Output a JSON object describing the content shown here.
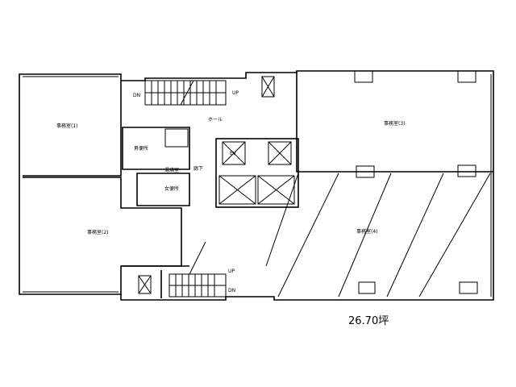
{
  "plan": {
    "rooms": {
      "office1": "事務室(1)",
      "office2": "事務室(2)",
      "office3": "事務室(3)",
      "office4": "事務室(4)",
      "hall": "ホール",
      "mens_toilet": "男便所",
      "womens_toilet": "女便所",
      "kitchenette": "湯沸室",
      "corridor": "廊下"
    },
    "marks": {
      "dn_top": "DN",
      "up_top": "UP",
      "up_bottom": "UP",
      "dn_bottom": "DN",
      "ev": "EV"
    },
    "area_label": "26.70坪"
  }
}
